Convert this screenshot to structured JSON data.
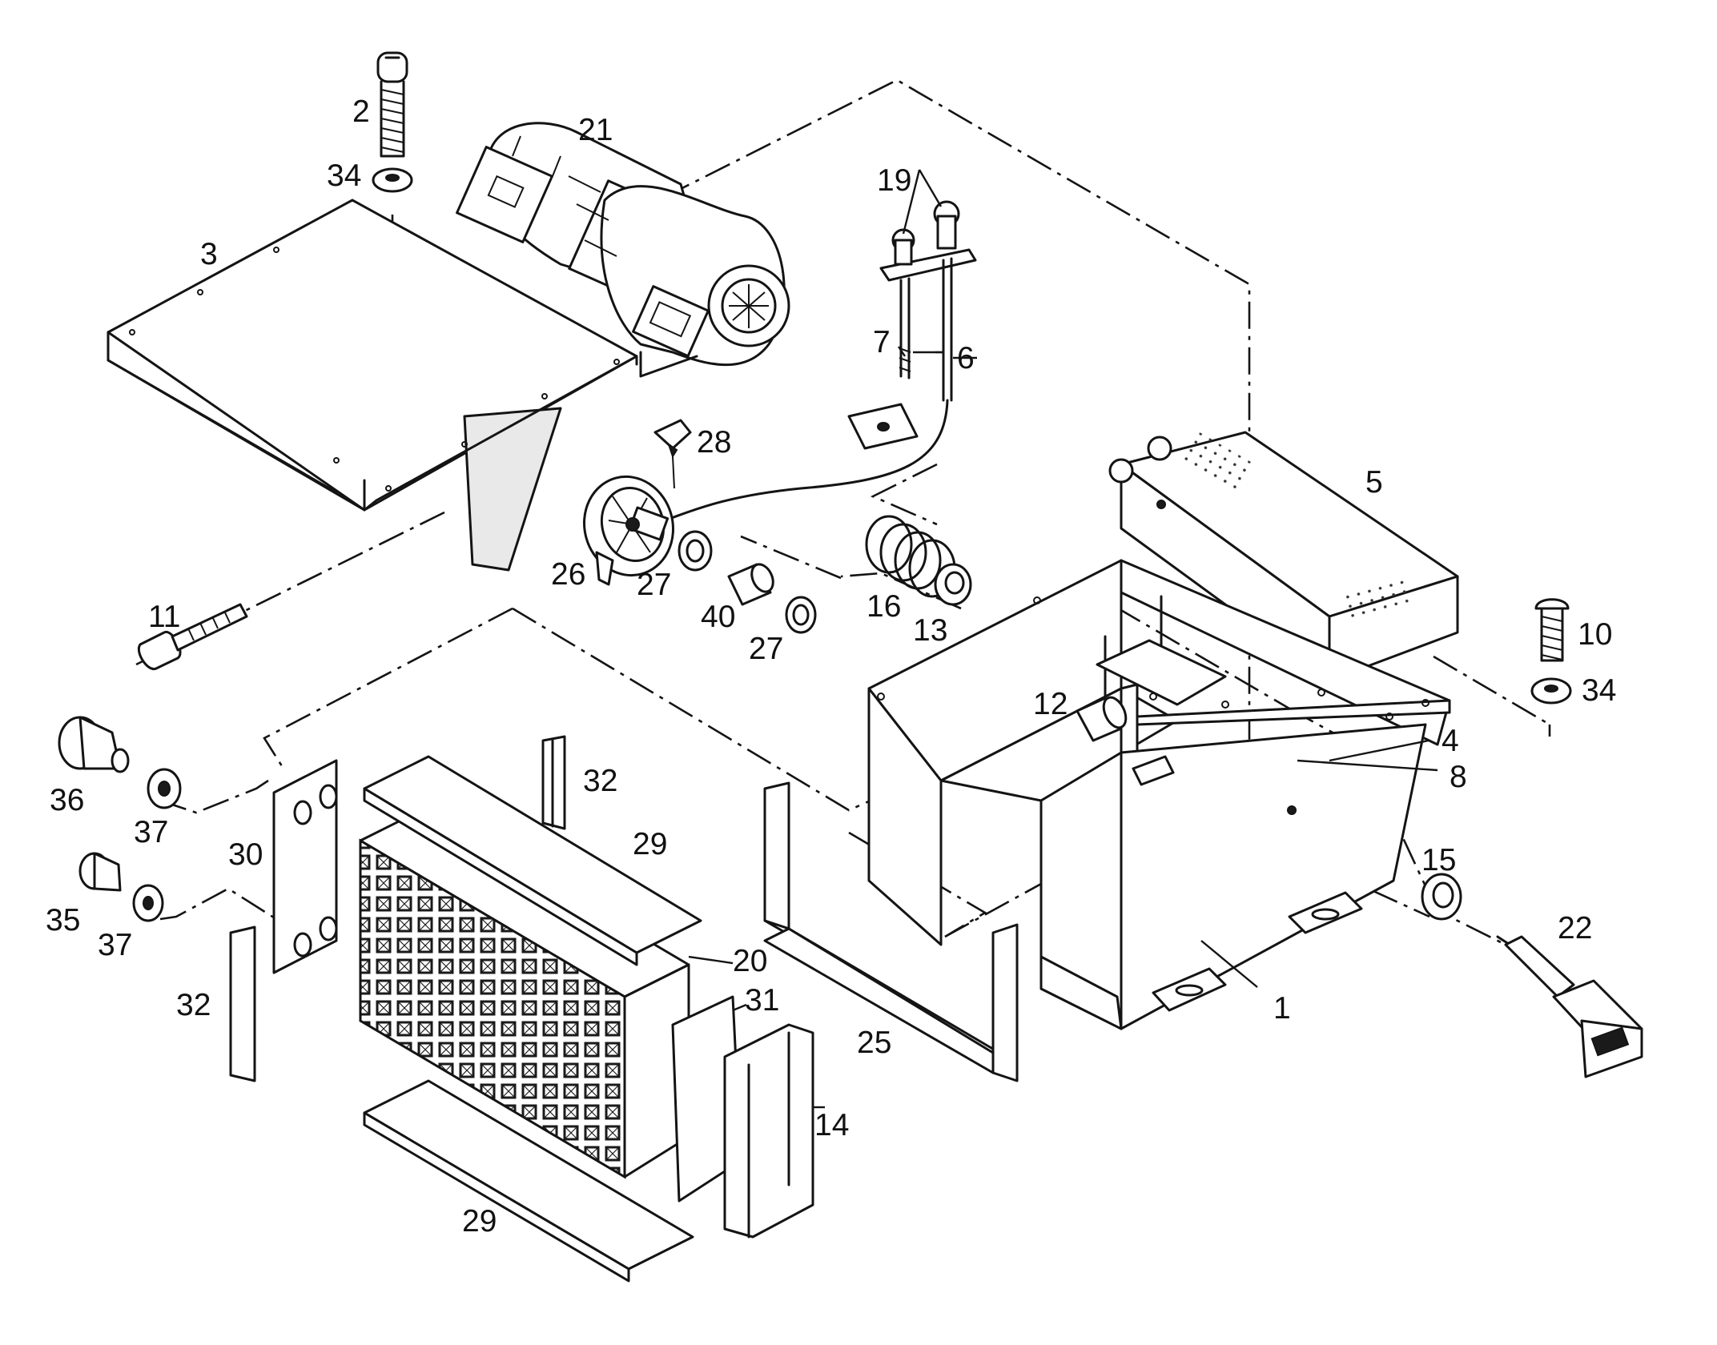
{
  "diagram": {
    "kind": "exploded parts view",
    "callouts": [
      {
        "id": "c1",
        "text": "1"
      },
      {
        "id": "c2",
        "text": "2"
      },
      {
        "id": "c3",
        "text": "3"
      },
      {
        "id": "c4",
        "text": "4"
      },
      {
        "id": "c5",
        "text": "5"
      },
      {
        "id": "c6",
        "text": "6"
      },
      {
        "id": "c7",
        "text": "7"
      },
      {
        "id": "c8",
        "text": "8"
      },
      {
        "id": "c10",
        "text": "10"
      },
      {
        "id": "c11",
        "text": "11"
      },
      {
        "id": "c12",
        "text": "12"
      },
      {
        "id": "c13",
        "text": "13"
      },
      {
        "id": "c14",
        "text": "14"
      },
      {
        "id": "c15",
        "text": "15"
      },
      {
        "id": "c16",
        "text": "16"
      },
      {
        "id": "c19",
        "text": "19"
      },
      {
        "id": "c20",
        "text": "20"
      },
      {
        "id": "c21",
        "text": "21"
      },
      {
        "id": "c22",
        "text": "22"
      },
      {
        "id": "c25",
        "text": "25"
      },
      {
        "id": "c26",
        "text": "26"
      },
      {
        "id": "c27a",
        "text": "27"
      },
      {
        "id": "c27b",
        "text": "27"
      },
      {
        "id": "c28",
        "text": "28"
      },
      {
        "id": "c29a",
        "text": "29"
      },
      {
        "id": "c29b",
        "text": "29"
      },
      {
        "id": "c30",
        "text": "30"
      },
      {
        "id": "c31",
        "text": "31"
      },
      {
        "id": "c32a",
        "text": "32"
      },
      {
        "id": "c32b",
        "text": "32"
      },
      {
        "id": "c34a",
        "text": "34"
      },
      {
        "id": "c34b",
        "text": "34"
      },
      {
        "id": "c35",
        "text": "35"
      },
      {
        "id": "c36",
        "text": "36"
      },
      {
        "id": "c37a",
        "text": "37"
      },
      {
        "id": "c37b",
        "text": "37"
      },
      {
        "id": "c40",
        "text": "40"
      }
    ]
  }
}
